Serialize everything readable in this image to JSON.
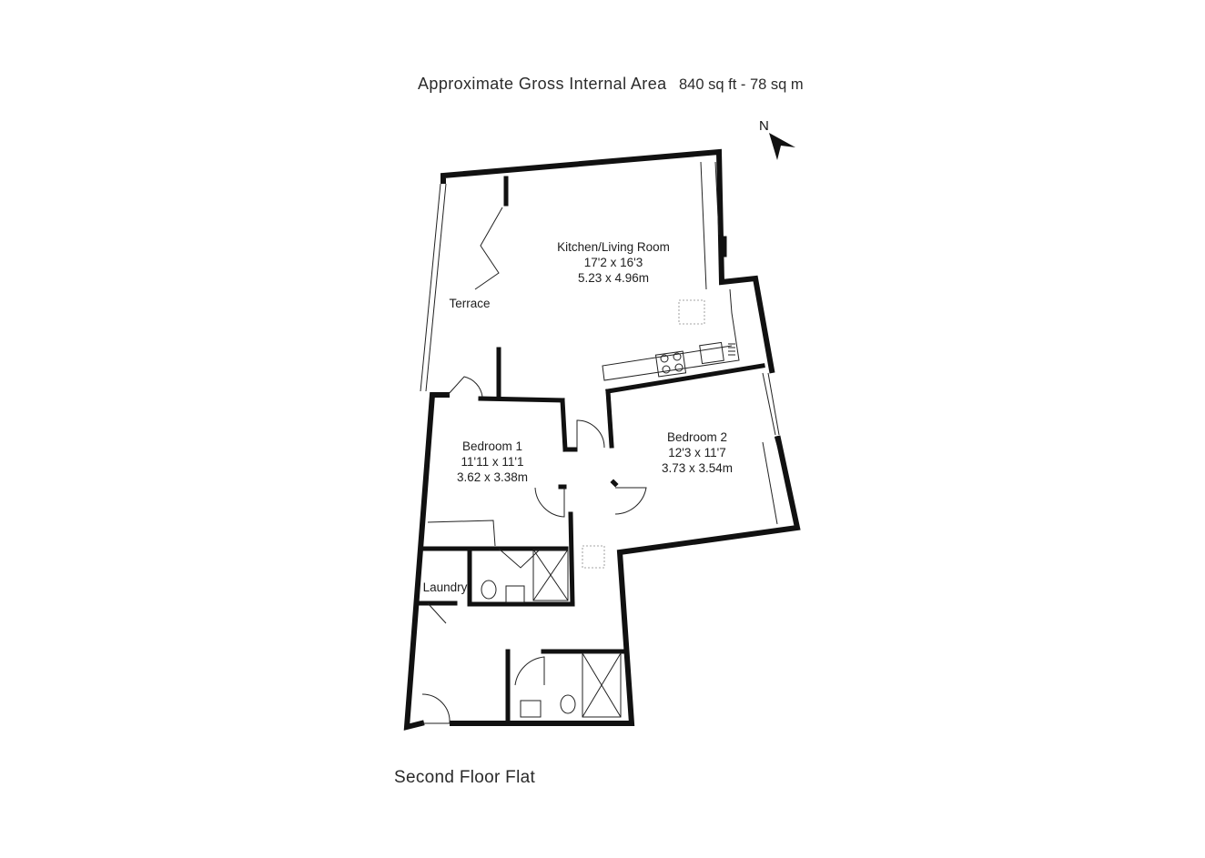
{
  "header": {
    "title": "Approximate Gross Internal Area",
    "area": "840 sq ft - 78 sq m"
  },
  "compass": {
    "label": "N"
  },
  "rooms": {
    "kitchen_living": {
      "name": "Kitchen/Living Room",
      "imperial": "17'2 x 16'3",
      "metric": "5.23 x 4.96m"
    },
    "terrace": {
      "name": "Terrace"
    },
    "bedroom1": {
      "name": "Bedroom 1",
      "imperial": "11'11 x 11'1",
      "metric": "3.62 x 3.38m"
    },
    "bedroom2": {
      "name": "Bedroom 2",
      "imperial": "12'3 x 11'7",
      "metric": "3.73 x 3.54m"
    },
    "laundry": {
      "name": "Laundry"
    }
  },
  "footer": {
    "floor_label": "Second Floor Flat"
  }
}
